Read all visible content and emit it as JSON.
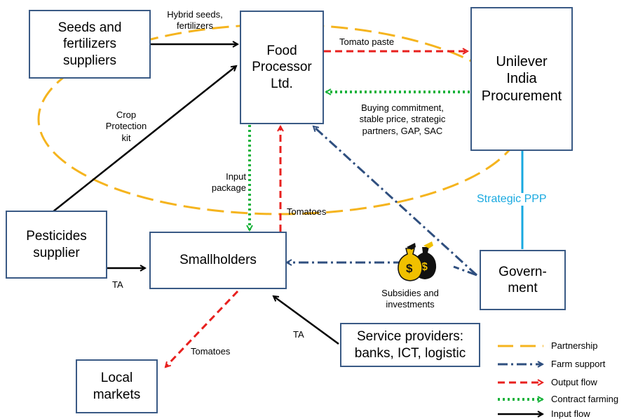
{
  "nodes": {
    "seeds": "Seeds and\nfertilizers\nsuppliers",
    "food_processor": "Food\nProcessor\nLtd.",
    "unilever": "Unilever\nIndia\nProcurement",
    "pesticides": "Pesticides\nsupplier",
    "smallholders": "Smallholders",
    "government": "Govern-\nment",
    "service_providers": "Service providers:\nbanks, ICT, logistic",
    "local_markets": "Local\nmarkets"
  },
  "labels": {
    "hybrid_seeds": "Hybrid seeds,\nfertilizers",
    "tomato_paste": "Tomato paste",
    "buying_commitment": "Buying commitment,\nstable price, strategic\npartners, GAP, SAC",
    "crop_protection": "Crop\nProtection\nkit",
    "input_package": "Input\npackage",
    "tomatoes_up": "Tomatoes",
    "strategic_ppp": "Strategic PPP",
    "ta_pesticides": "TA",
    "ta_service": "TA",
    "subsidies": "Subsidies and\ninvestments",
    "tomatoes_local": "Tomatoes"
  },
  "legend": [
    {
      "label": "Partnership",
      "style": "partnership"
    },
    {
      "label": "Farm support",
      "style": "farm-support"
    },
    {
      "label": "Output flow",
      "style": "output"
    },
    {
      "label": "Contract farming",
      "style": "contract"
    },
    {
      "label": "Input flow",
      "style": "input"
    }
  ],
  "colors": {
    "partnership": "#f5b41e",
    "farm_support": "#2f4f7f",
    "output": "#e8201e",
    "contract": "#19b33b",
    "input": "#000000",
    "strategic_ppp": "#19a9e0",
    "box_border": "#3a5a85"
  }
}
